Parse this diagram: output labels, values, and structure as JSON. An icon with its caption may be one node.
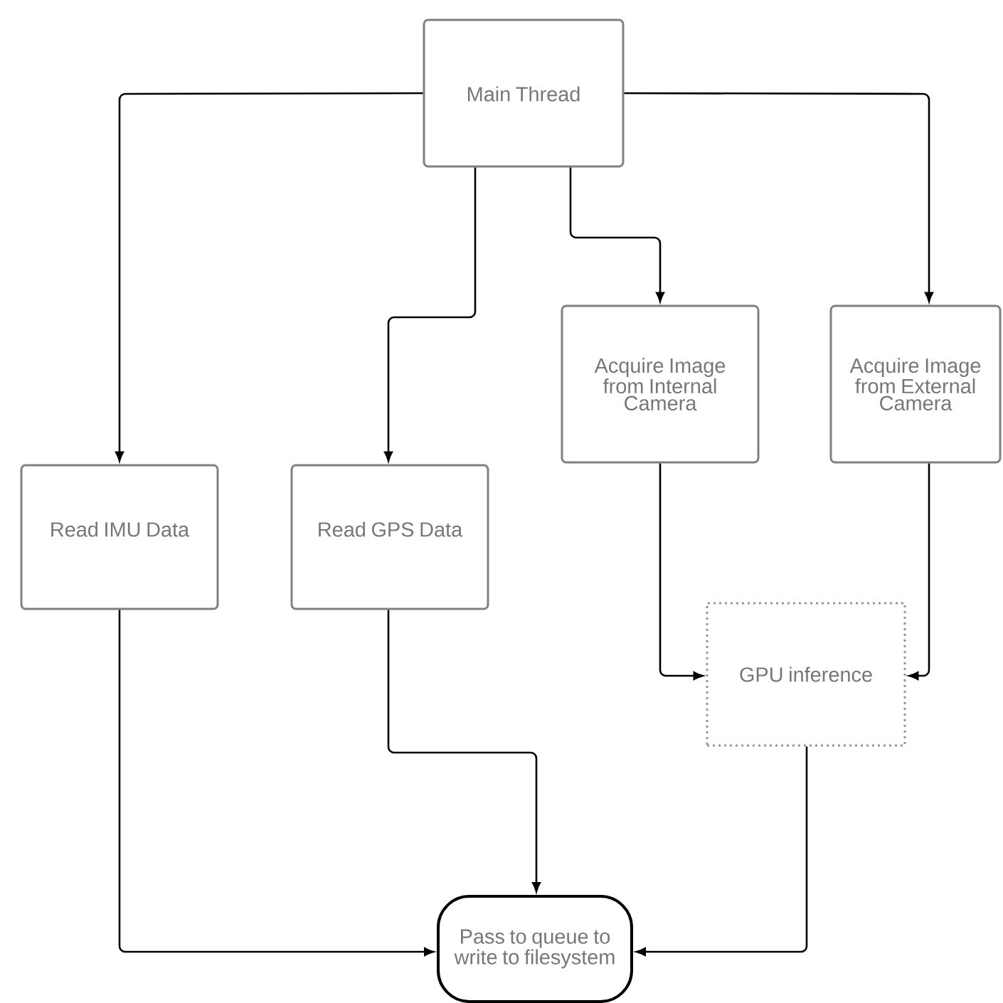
{
  "diagram": {
    "nodes": [
      {
        "text": [
          "Main Thread"
        ]
      },
      {
        "text": [
          "Acquire Image from Internal Camera"
        ]
      },
      {
        "text": [
          "Acquire Image from External Camera"
        ]
      },
      {
        "text": [
          "Read IMU Data"
        ]
      },
      {
        "text": [
          "Read GPS Data"
        ]
      },
      {
        "text": [
          "GPU inference"
        ]
      },
      {
        "text": [
          "Pass to queue to write to filesystem"
        ]
      }
    ],
    "edges": [
      {
        "from": 0,
        "to": 3,
        "arrow": "to"
      },
      {
        "from": 0,
        "to": 4,
        "arrow": "to"
      },
      {
        "from": 0,
        "to": 1,
        "arrow": "to"
      },
      {
        "from": 0,
        "to": 2,
        "arrow": "to"
      },
      {
        "from": 1,
        "to": 5,
        "arrow": "to"
      },
      {
        "from": 2,
        "to": 5,
        "arrow": "to"
      },
      {
        "from": 3,
        "to": 6,
        "arrow": "to"
      },
      {
        "from": 4,
        "to": 6,
        "arrow": "to"
      },
      {
        "from": 5,
        "to": 6,
        "arrow": "to"
      }
    ]
  }
}
